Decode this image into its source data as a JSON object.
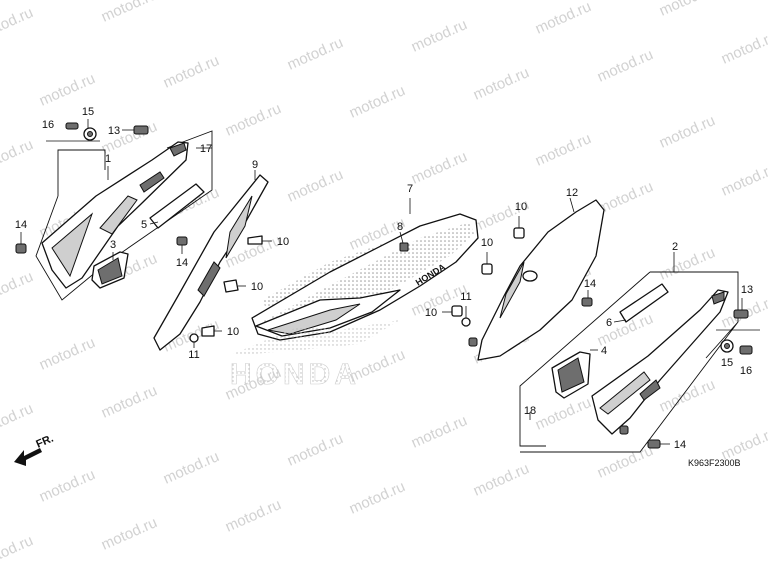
{
  "diagram": {
    "watermark_text": "motod.ru",
    "diagram_code": "K963F2300B",
    "direction_label": "FR.",
    "logo_text": "HONDA",
    "seat_text": "HONDA",
    "callouts": [
      {
        "id": "c16a",
        "label": "16"
      },
      {
        "id": "c15a",
        "label": "15"
      },
      {
        "id": "c13a",
        "label": "13"
      },
      {
        "id": "c1",
        "label": "1"
      },
      {
        "id": "c17",
        "label": "17"
      },
      {
        "id": "c5",
        "label": "5"
      },
      {
        "id": "c14a",
        "label": "14"
      },
      {
        "id": "c3",
        "label": "3"
      },
      {
        "id": "c9",
        "label": "9"
      },
      {
        "id": "c10a",
        "label": "10"
      },
      {
        "id": "c14b",
        "label": "14"
      },
      {
        "id": "c10b",
        "label": "10"
      },
      {
        "id": "c11a",
        "label": "11"
      },
      {
        "id": "c10c",
        "label": "10"
      },
      {
        "id": "c7",
        "label": "7"
      },
      {
        "id": "c8",
        "label": "8"
      },
      {
        "id": "c10d",
        "label": "10"
      },
      {
        "id": "c10e",
        "label": "10"
      },
      {
        "id": "c11b",
        "label": "11"
      },
      {
        "id": "c10f",
        "label": "10"
      },
      {
        "id": "c12",
        "label": "12"
      },
      {
        "id": "c14c",
        "label": "14"
      },
      {
        "id": "c2",
        "label": "2"
      },
      {
        "id": "c13b",
        "label": "13"
      },
      {
        "id": "c6",
        "label": "6"
      },
      {
        "id": "c4",
        "label": "4"
      },
      {
        "id": "c15b",
        "label": "15"
      },
      {
        "id": "c16b",
        "label": "16"
      },
      {
        "id": "c18",
        "label": "18"
      },
      {
        "id": "c14d",
        "label": "14"
      }
    ]
  }
}
